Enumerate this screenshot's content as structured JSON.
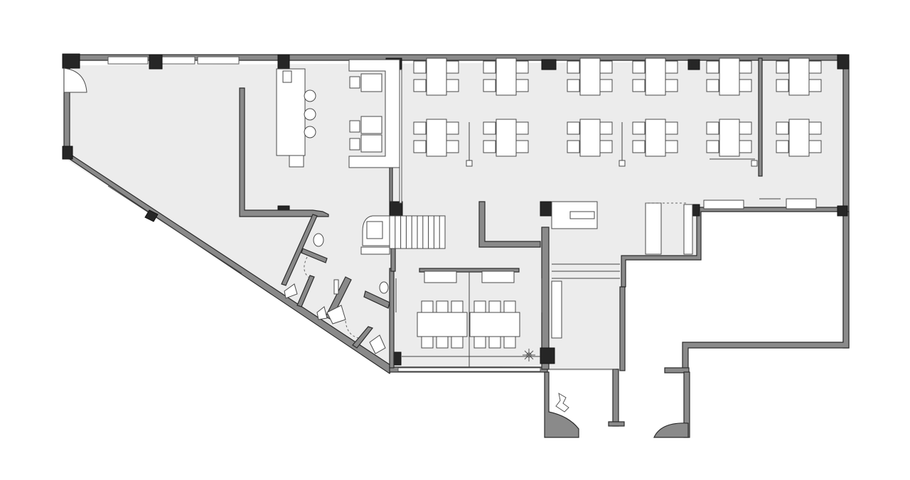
{
  "plan": {
    "type": "architectural-floor-plan",
    "colors": {
      "floor": "#ececec",
      "wall": "#8a8a8a",
      "column": "#262626",
      "furniture": "#ffffff",
      "line": "#444444"
    },
    "dining_table_groups": 12,
    "long_table_rows": 2,
    "round_stools": 3,
    "stair_treads": 10,
    "icons": [
      "door-swing-icon",
      "toilet-icon",
      "sink-icon",
      "plant-icon",
      "chair-icon"
    ]
  }
}
